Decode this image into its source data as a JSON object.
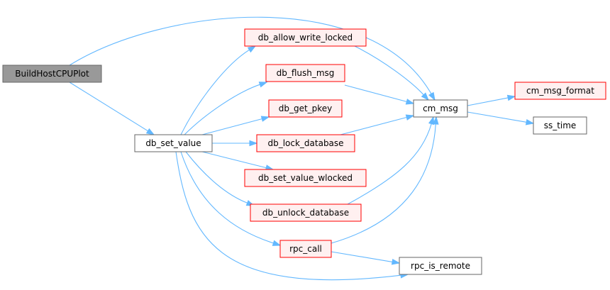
{
  "colors": {
    "edge": "#63b8ff",
    "root_fill": "#999999",
    "root_stroke": "#666666",
    "red_fill": "#fff0f0",
    "red_stroke": "#ff0000",
    "plain_fill": "#ffffff",
    "plain_stroke": "#666666"
  },
  "nodes": [
    {
      "id": "BuildHostCPUPlot",
      "label": "BuildHostCPUPlot",
      "style": "root"
    },
    {
      "id": "db_set_value",
      "label": "db_set_value",
      "style": "plain"
    },
    {
      "id": "db_allow_write_locked",
      "label": "db_allow_write_locked",
      "style": "red"
    },
    {
      "id": "db_flush_msg",
      "label": "db_flush_msg",
      "style": "red"
    },
    {
      "id": "db_get_pkey",
      "label": "db_get_pkey",
      "style": "red"
    },
    {
      "id": "db_lock_database",
      "label": "db_lock_database",
      "style": "red"
    },
    {
      "id": "db_set_value_wlocked",
      "label": "db_set_value_wlocked",
      "style": "red"
    },
    {
      "id": "db_unlock_database",
      "label": "db_unlock_database",
      "style": "red"
    },
    {
      "id": "rpc_call",
      "label": "rpc_call",
      "style": "red"
    },
    {
      "id": "cm_msg",
      "label": "cm_msg",
      "style": "plain"
    },
    {
      "id": "rpc_is_remote",
      "label": "rpc_is_remote",
      "style": "plain"
    },
    {
      "id": "cm_msg_format",
      "label": "cm_msg_format",
      "style": "red"
    },
    {
      "id": "ss_time",
      "label": "ss_time",
      "style": "plain"
    }
  ],
  "edges": [
    {
      "from": "BuildHostCPUPlot",
      "to": "cm_msg"
    },
    {
      "from": "BuildHostCPUPlot",
      "to": "db_set_value"
    },
    {
      "from": "db_set_value",
      "to": "db_allow_write_locked"
    },
    {
      "from": "db_set_value",
      "to": "db_flush_msg"
    },
    {
      "from": "db_set_value",
      "to": "db_get_pkey"
    },
    {
      "from": "db_set_value",
      "to": "db_lock_database"
    },
    {
      "from": "db_set_value",
      "to": "db_set_value_wlocked"
    },
    {
      "from": "db_set_value",
      "to": "db_unlock_database"
    },
    {
      "from": "db_set_value",
      "to": "rpc_call"
    },
    {
      "from": "db_set_value",
      "to": "rpc_is_remote"
    },
    {
      "from": "db_allow_write_locked",
      "to": "cm_msg"
    },
    {
      "from": "db_flush_msg",
      "to": "cm_msg"
    },
    {
      "from": "db_lock_database",
      "to": "cm_msg"
    },
    {
      "from": "db_unlock_database",
      "to": "cm_msg"
    },
    {
      "from": "rpc_call",
      "to": "cm_msg"
    },
    {
      "from": "rpc_call",
      "to": "rpc_is_remote"
    },
    {
      "from": "cm_msg",
      "to": "cm_msg_format"
    },
    {
      "from": "cm_msg",
      "to": "ss_time"
    }
  ]
}
